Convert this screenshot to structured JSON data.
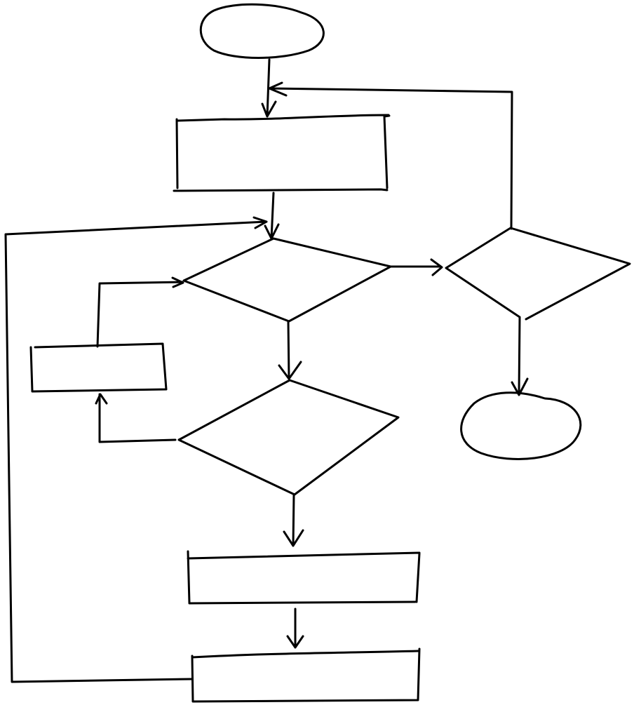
{
  "diagram": {
    "type": "flowchart",
    "style": "hand-drawn",
    "stroke_color": "#000000",
    "background": "#ffffff",
    "nodes": [
      {
        "id": "start-oval",
        "shape": "ellipse",
        "label": ""
      },
      {
        "id": "process-1",
        "shape": "rectangle",
        "label": ""
      },
      {
        "id": "decision-1",
        "shape": "diamond",
        "label": ""
      },
      {
        "id": "decision-right",
        "shape": "diamond",
        "label": ""
      },
      {
        "id": "process-side",
        "shape": "rectangle",
        "label": ""
      },
      {
        "id": "decision-2",
        "shape": "diamond",
        "label": ""
      },
      {
        "id": "end-oval",
        "shape": "ellipse",
        "label": ""
      },
      {
        "id": "process-2",
        "shape": "rectangle",
        "label": ""
      },
      {
        "id": "process-3",
        "shape": "rectangle",
        "label": ""
      }
    ],
    "edges": [
      {
        "from": "start-oval",
        "to": "process-1"
      },
      {
        "from": "process-1",
        "to": "decision-1"
      },
      {
        "from": "decision-1",
        "to": "decision-right"
      },
      {
        "from": "decision-right",
        "to": "process-1"
      },
      {
        "from": "decision-right",
        "to": "end-oval"
      },
      {
        "from": "decision-1",
        "to": "decision-2"
      },
      {
        "from": "decision-2",
        "to": "process-side"
      },
      {
        "from": "process-side",
        "to": "decision-1"
      },
      {
        "from": "decision-2",
        "to": "process-2"
      },
      {
        "from": "process-2",
        "to": "process-3"
      },
      {
        "from": "process-3",
        "to": "decision-1"
      }
    ]
  }
}
